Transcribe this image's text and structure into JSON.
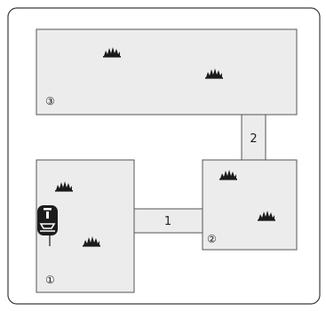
{
  "zones": [
    {
      "id": "zone-1",
      "number": "①"
    },
    {
      "id": "zone-2",
      "number": "②"
    },
    {
      "id": "zone-3",
      "number": "③"
    }
  ],
  "passages": [
    {
      "id": "passage-1",
      "label": "1"
    },
    {
      "id": "passage-2",
      "label": "2"
    }
  ],
  "icons": {
    "obstacle": "grass-tuft-icon",
    "robot": "robotic-mower-icon"
  },
  "colors": {
    "area_fill": "#ececec",
    "outline": "#555555"
  }
}
